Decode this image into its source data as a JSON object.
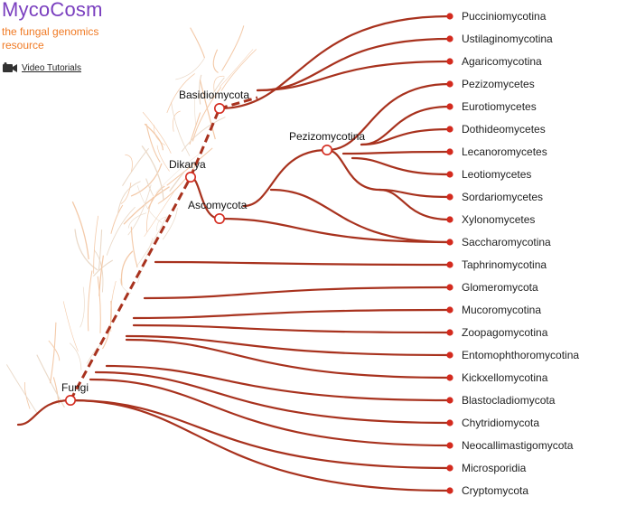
{
  "header": {
    "title": "MycoCosm",
    "subtitle": "the fungal genomics resource",
    "video_link": "Video Tutorials",
    "title_color": "#7a3fbf",
    "subtitle_color": "#f07a24"
  },
  "icons": {
    "video": "video-camera-icon"
  },
  "colors": {
    "branch": "#a8321e",
    "node_fill": "#ffffff",
    "leaf_dot": "#d42a1e"
  },
  "tree": {
    "nodes": [
      {
        "id": "fungi",
        "label": "Fungi"
      },
      {
        "id": "dikarya",
        "label": "Dikarya"
      },
      {
        "id": "basidio",
        "label": "Basidiomycota"
      },
      {
        "id": "asco",
        "label": "Ascomycota"
      },
      {
        "id": "pezizo",
        "label": "Pezizomycotina"
      }
    ],
    "leaves": [
      "Pucciniomycotina",
      "Ustilaginomycotina",
      "Agaricomycotina",
      "Pezizomycetes",
      "Eurotiomycetes",
      "Dothideomycetes",
      "Lecanoromycetes",
      "Leotiomycetes",
      "Sordariomycetes",
      "Xylonomycetes",
      "Saccharomycotina",
      "Taphrinomycotina",
      "Glomeromycota",
      "Mucoromycotina",
      "Zoopagomycotina",
      "Entomophthoromycotina",
      "Kickxellomycotina",
      "Blastocladiomycota",
      "Chytridiomycota",
      "Neocallimastigomycota",
      "Microsporidia",
      "Cryptomycota"
    ]
  }
}
